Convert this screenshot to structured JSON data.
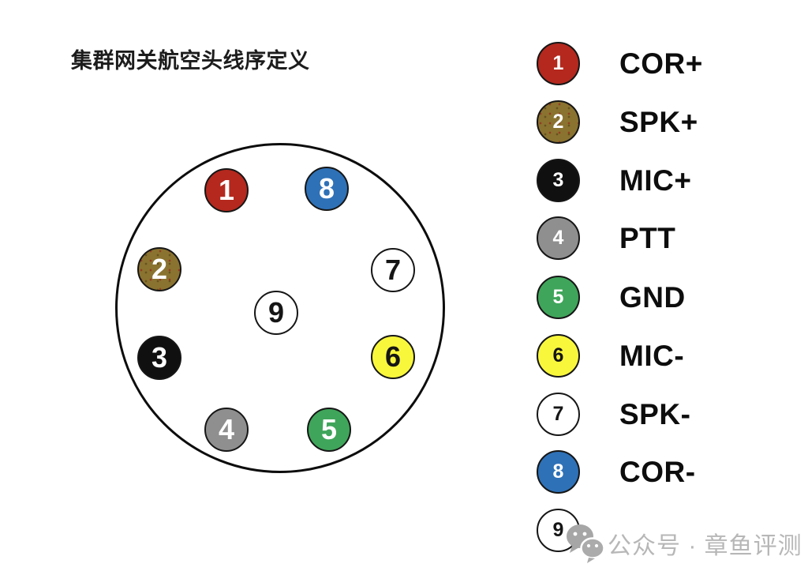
{
  "title": "集群网关航空头线序定义",
  "pins": [
    {
      "number": "1",
      "label": "COR+",
      "color": "#b4281e",
      "text_color": "#ffffff"
    },
    {
      "number": "2",
      "label": "SPK+",
      "color": "#8a7330",
      "text_color": "#ffffff"
    },
    {
      "number": "3",
      "label": "MIC+",
      "color": "#101010",
      "text_color": "#ffffff"
    },
    {
      "number": "4",
      "label": "PTT",
      "color": "#8f8f8f",
      "text_color": "#ffffff"
    },
    {
      "number": "5",
      "label": "GND",
      "color": "#3fa55a",
      "text_color": "#ffffff"
    },
    {
      "number": "6",
      "label": "MIC-",
      "color": "#f9f73c",
      "text_color": "#151515"
    },
    {
      "number": "7",
      "label": "SPK-",
      "color": "#ffffff",
      "text_color": "#151515"
    },
    {
      "number": "8",
      "label": "COR-",
      "color": "#2e71b7",
      "text_color": "#ffffff"
    },
    {
      "number": "9",
      "label": "",
      "color": "#ffffff",
      "text_color": "#151515"
    }
  ],
  "watermark": {
    "icon": "wechat-icon",
    "text": "公众号 · 章鱼评测",
    "color": "#b7b7b7"
  }
}
